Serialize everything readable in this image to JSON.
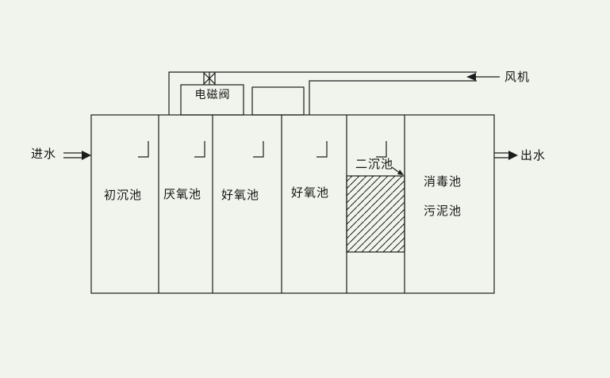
{
  "colors": {
    "background": "#f1f4ec",
    "line": "#1c1c1c"
  },
  "labels": {
    "inlet": "进水",
    "outlet": "出水",
    "fan": "风机",
    "solenoid_valve": "电磁阀"
  },
  "compartments": [
    {
      "label": "初沉池"
    },
    {
      "label": "厌氧池"
    },
    {
      "label": "好氧池"
    },
    {
      "label": "好氧池"
    },
    {
      "label": "二沉池"
    },
    {
      "label": "消毒池"
    },
    {
      "label": "污泥池"
    }
  ]
}
